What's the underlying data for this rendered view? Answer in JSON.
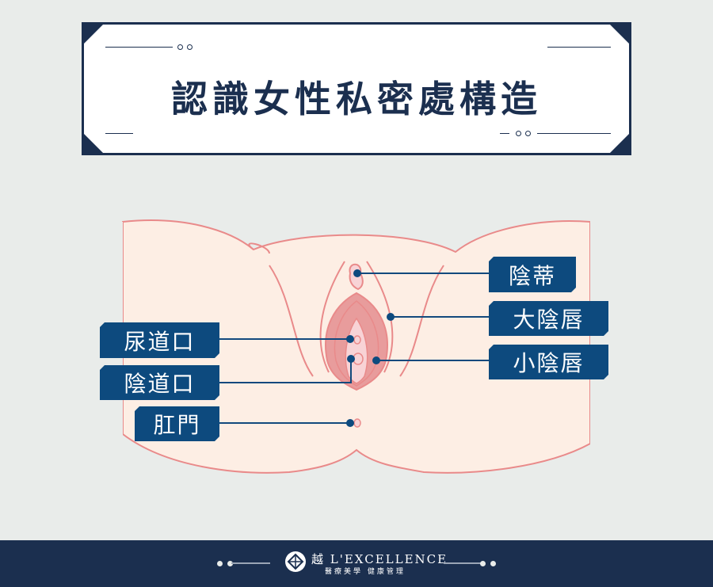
{
  "title": "認識女性私密處構造",
  "labels": {
    "clitoris": "陰蒂",
    "labia_majora": "大陰唇",
    "labia_minora": "小陰唇",
    "urethra": "尿道口",
    "vagina": "陰道口",
    "anus": "肛門"
  },
  "footer": {
    "brand": "越 L'EXCELLENCE",
    "tagline": "醫療美學 健康管理"
  },
  "colors": {
    "navy": "#1b2f4f",
    "label": "#0d4a7e",
    "skin": "#fdeee4",
    "stroke": "#e98a8a"
  }
}
